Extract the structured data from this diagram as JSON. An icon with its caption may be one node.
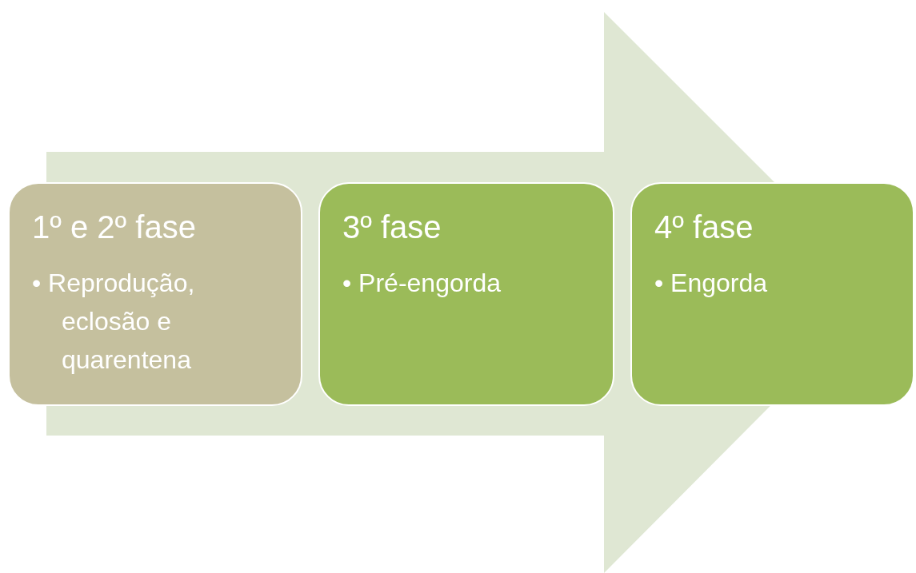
{
  "diagram": {
    "nodes": [
      {
        "text": [
          "1º e 2º fase",
          "• Reprodução, eclosão e quarentena"
        ]
      },
      {
        "text": [
          "3º fase",
          "• Pré-engorda"
        ]
      },
      {
        "text": [
          "4º fase",
          "• Engorda"
        ]
      }
    ],
    "edges": [
      {
        "from": 0,
        "to": 2,
        "arrow": "to",
        "style": "thick"
      }
    ]
  }
}
